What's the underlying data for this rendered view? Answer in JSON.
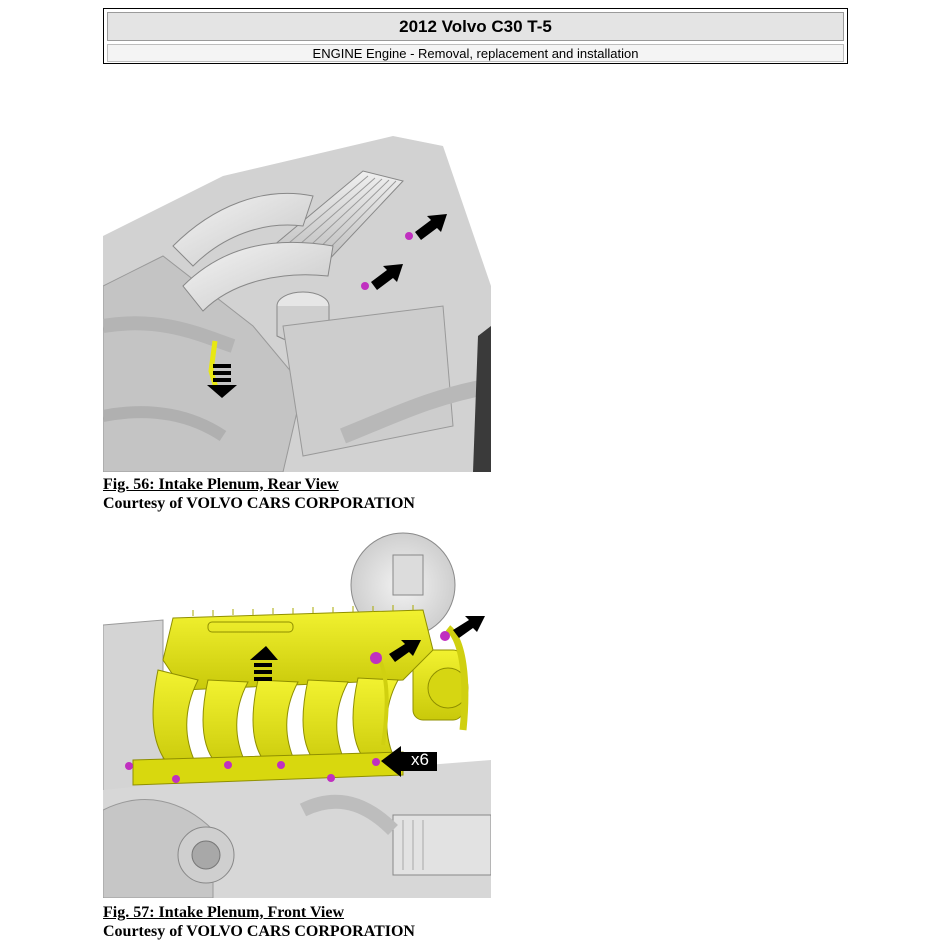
{
  "header": {
    "title": "2012 Volvo C30 T-5",
    "subtitle": "ENGINE Engine - Removal, replacement and installation"
  },
  "figures": [
    {
      "title": "Fig. 56: Intake Plenum, Rear View",
      "courtesy": "Courtesy of VOLVO CARS CORPORATION"
    },
    {
      "title": "Fig. 57: Intake Plenum, Front View",
      "courtesy": "Courtesy of VOLVO CARS CORPORATION",
      "callout": "x6"
    }
  ],
  "colors": {
    "highlight_yellow": "#e8e812",
    "bolt_magenta": "#c030c0",
    "engine_gray": "#d8d8d8"
  }
}
